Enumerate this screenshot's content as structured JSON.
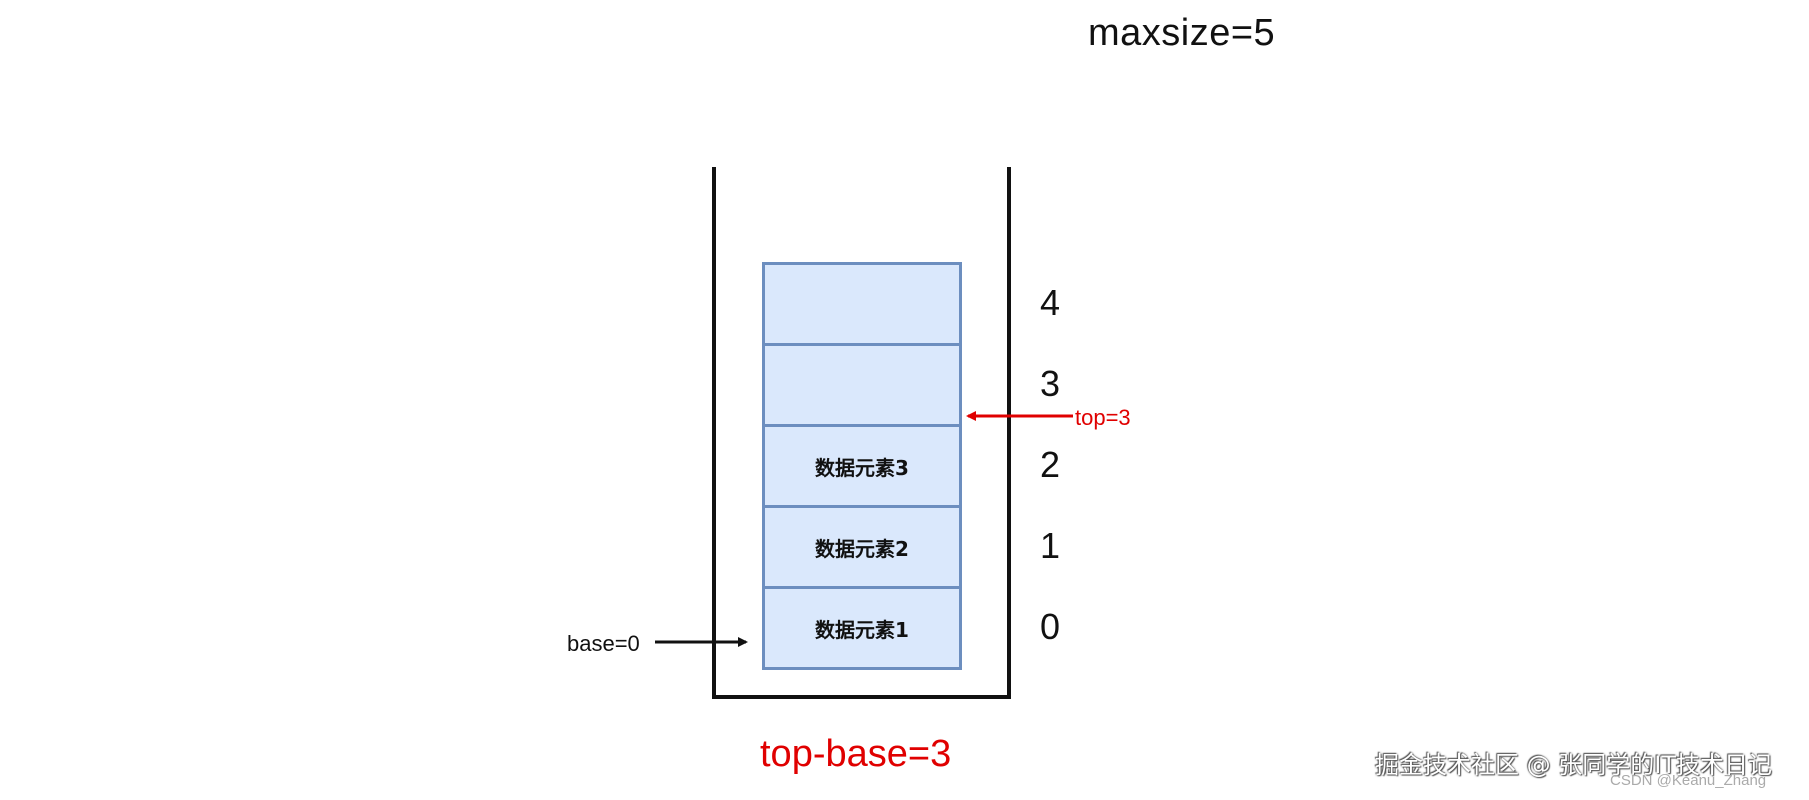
{
  "title": "maxsize=5",
  "stack": {
    "cells": [
      {
        "index": "4",
        "label": ""
      },
      {
        "index": "3",
        "label": ""
      },
      {
        "index": "2",
        "label": "数据元素3"
      },
      {
        "index": "1",
        "label": "数据元素2"
      },
      {
        "index": "0",
        "label": "数据元素1"
      }
    ]
  },
  "pointers": {
    "top_label": "top=3",
    "base_label": "base=0"
  },
  "footer": {
    "formula": "top-base=3"
  },
  "watermark": {
    "main": "掘金技术社区 @ 张同学的IT技术日记",
    "sub": "CSDN @Keanu_Zhang"
  },
  "colors": {
    "cell_fill": "#dae8fc",
    "cell_border": "#6c8ebf",
    "accent_red": "#e00000",
    "wall": "#111111"
  }
}
